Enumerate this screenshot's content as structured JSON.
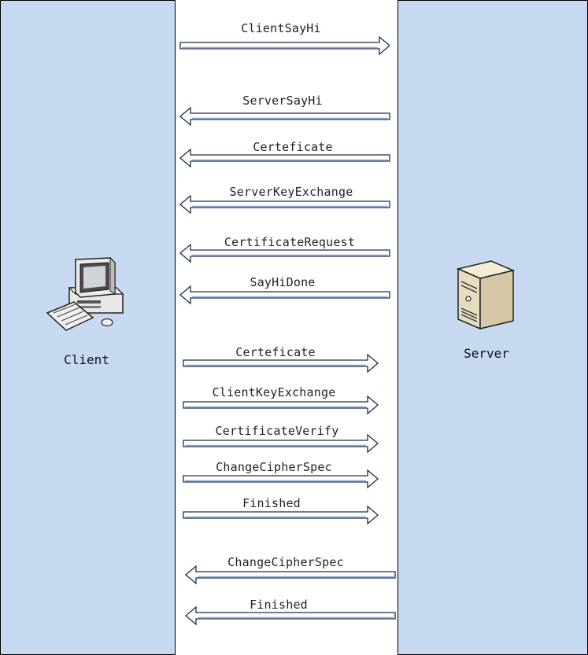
{
  "colors": {
    "lane": "#c6d9f1",
    "arrow_fill": "#ffffff",
    "arrow_stroke": "#1f2d4a",
    "arrow_shade": "#8eaadb"
  },
  "lanes": {
    "client": {
      "label": "Client",
      "icon": "computer-icon"
    },
    "server": {
      "label": "Server",
      "icon": "server-icon"
    }
  },
  "messages": [
    {
      "label": "ClientSayHi",
      "direction": "right"
    },
    {
      "label": "ServerSayHi",
      "direction": "left"
    },
    {
      "label": "Certeficate",
      "direction": "left"
    },
    {
      "label": "ServerKeyExchange",
      "direction": "left"
    },
    {
      "label": "CertificateRequest",
      "direction": "left"
    },
    {
      "label": "SayHiDone",
      "direction": "left"
    },
    {
      "label": "Certeficate",
      "direction": "right"
    },
    {
      "label": "ClientKeyExchange",
      "direction": "right"
    },
    {
      "label": "CertificateVerify",
      "direction": "right"
    },
    {
      "label": "ChangeCipherSpec",
      "direction": "right"
    },
    {
      "label": "Finished",
      "direction": "right"
    },
    {
      "label": "ChangeCipherSpec",
      "direction": "left"
    },
    {
      "label": "Finished",
      "direction": "left"
    }
  ]
}
